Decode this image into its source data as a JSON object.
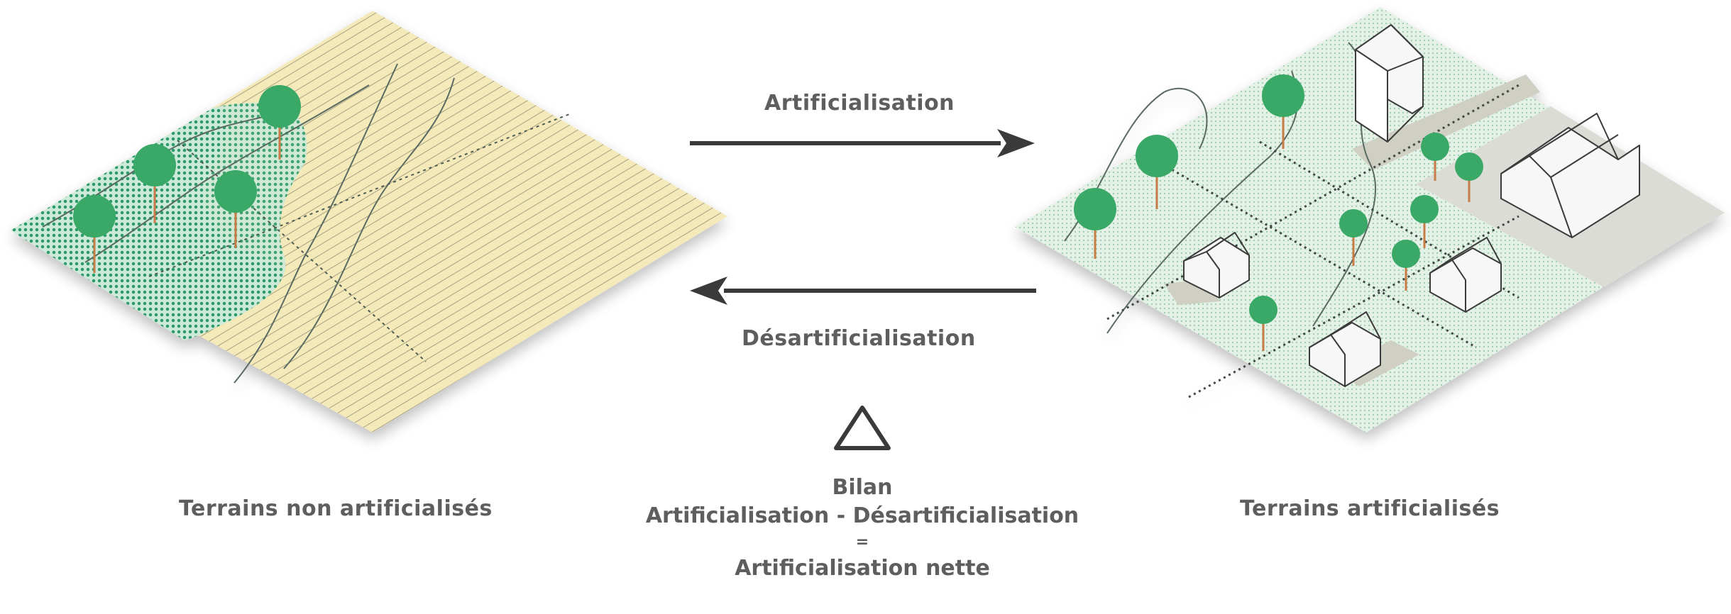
{
  "diagram": {
    "arrow_forward_label": "Artificialisation",
    "arrow_backward_label": "Désartificialisation",
    "left_caption": "Terrains non artificialisés",
    "right_caption": "Terrains  artificialisés",
    "delta_symbol": "△",
    "balance": {
      "line1": "Bilan",
      "line2": "Artificialisation - Désartificialisation",
      "line3": "=",
      "line4": "Artificialisation nette"
    }
  },
  "colors": {
    "tree_green": "#3aa867",
    "trunk": "#c77b45",
    "field_yellow": "#f3e8b5",
    "forest_green": "#b8e3cf",
    "urban_green": "#d7ebdb",
    "road": "#cfcfc9",
    "arrow": "#3a3a3a"
  }
}
